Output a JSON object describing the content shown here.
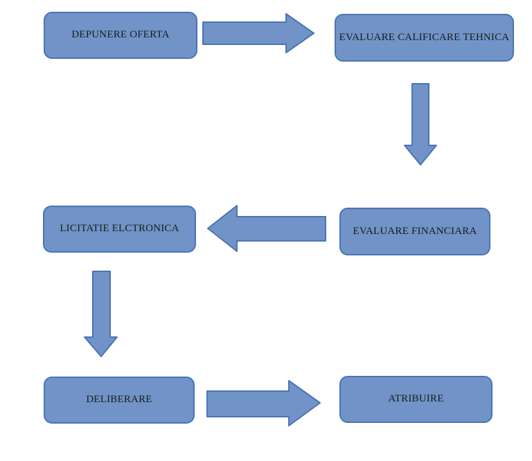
{
  "diagram": {
    "type": "flowchart",
    "nodes": [
      {
        "id": "depunere-oferta",
        "label": "DEPUNERE OFERTA"
      },
      {
        "id": "evaluare-calificare-tehnica",
        "label": "EVALUARE CALIFICARE TEHNICA"
      },
      {
        "id": "evaluare-financiara",
        "label": "EVALUARE FINANCIARA"
      },
      {
        "id": "licitatie-elctronica",
        "label": "LICITATIE ELCTRONICA"
      },
      {
        "id": "deliberare",
        "label": "DELIBERARE"
      },
      {
        "id": "atribuire",
        "label": "ATRIBUIRE"
      }
    ],
    "edges": [
      {
        "from": "depunere-oferta",
        "to": "evaluare-calificare-tehnica",
        "direction": "right"
      },
      {
        "from": "evaluare-calificare-tehnica",
        "to": "evaluare-financiara",
        "direction": "down"
      },
      {
        "from": "evaluare-financiara",
        "to": "licitatie-elctronica",
        "direction": "left"
      },
      {
        "from": "licitatie-elctronica",
        "to": "deliberare",
        "direction": "down"
      },
      {
        "from": "deliberare",
        "to": "atribuire",
        "direction": "right"
      }
    ]
  },
  "colors": {
    "canvas_bg": "#FFFFFF",
    "shape_fill": "#7193C7",
    "shape_stroke": "#4A74B4",
    "label_text": "#1A1A1A"
  }
}
